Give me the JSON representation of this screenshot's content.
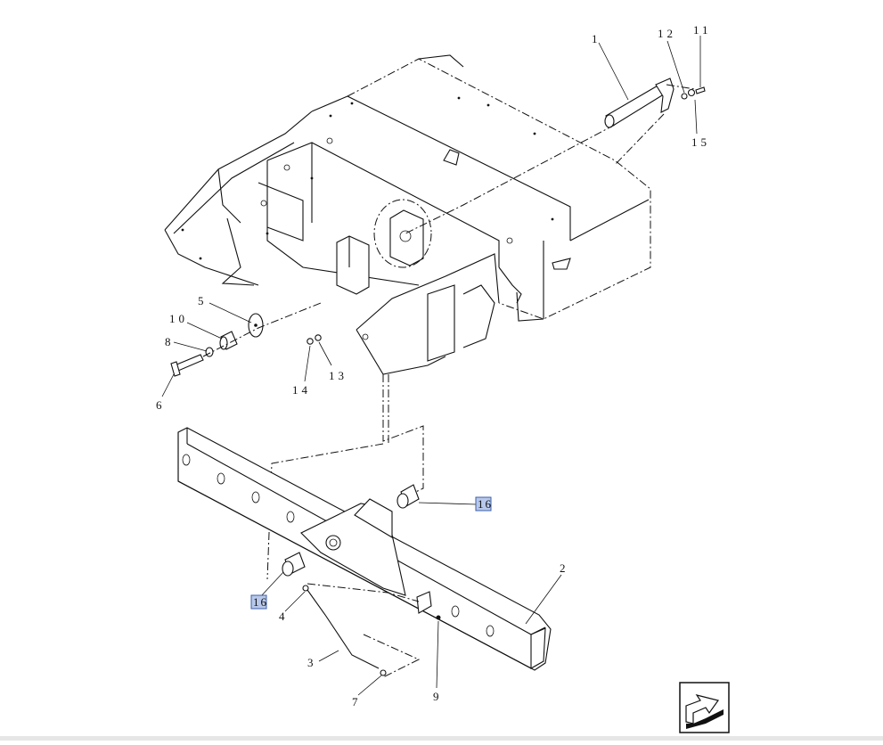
{
  "callouts": {
    "c1": "1",
    "c2": "2",
    "c3": "3",
    "c4": "4",
    "c5": "5",
    "c6": "6",
    "c7": "7",
    "c8": "8",
    "c9": "9",
    "c10": "10",
    "c11": "11",
    "c12": "12",
    "c13": "13",
    "c14": "14",
    "c15": "15",
    "c16a": "16",
    "c16b": "16"
  },
  "colors": {
    "line": "#111111",
    "highlight_fill": "#b8c8ea",
    "highlight_stroke": "#3d5fa8"
  },
  "icons": {
    "nav": "next-page-arrow-icon"
  }
}
